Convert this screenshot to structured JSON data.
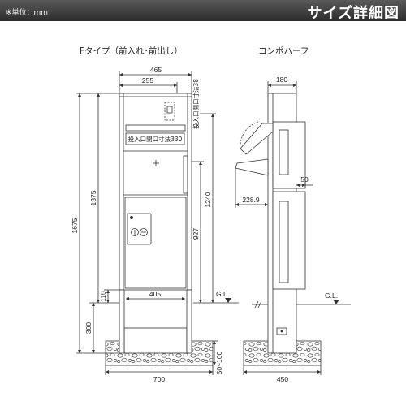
{
  "header": {
    "unit_note": "※単位：mm",
    "title": "サイズ詳細図"
  },
  "front_view": {
    "title": "Fタイプ（前入れ･前出し）",
    "dims": {
      "width_total": "465",
      "width_upper": "255",
      "slot_label_vertical": "投入口開口寸法38",
      "slot_label_horizontal": "投入口開口寸法330",
      "height_1240": "1240",
      "height_927": "927",
      "height_1375": "1375",
      "height_1675": "1675",
      "clearance": "110",
      "inner_width": "405",
      "embed_depth": "300",
      "base_width": "700",
      "base_thickness": "50~100"
    },
    "gl_label": "G.L."
  },
  "side_view": {
    "title": "コンポハーフ",
    "dims": {
      "depth": "180",
      "offset": "50",
      "flap_reach": "228.9",
      "base_width": "450"
    },
    "gl_label": "G.L."
  },
  "colors": {
    "header_bg": "#3c3c3c",
    "line": "#333333",
    "text": "#222222",
    "background": "#ffffff"
  }
}
